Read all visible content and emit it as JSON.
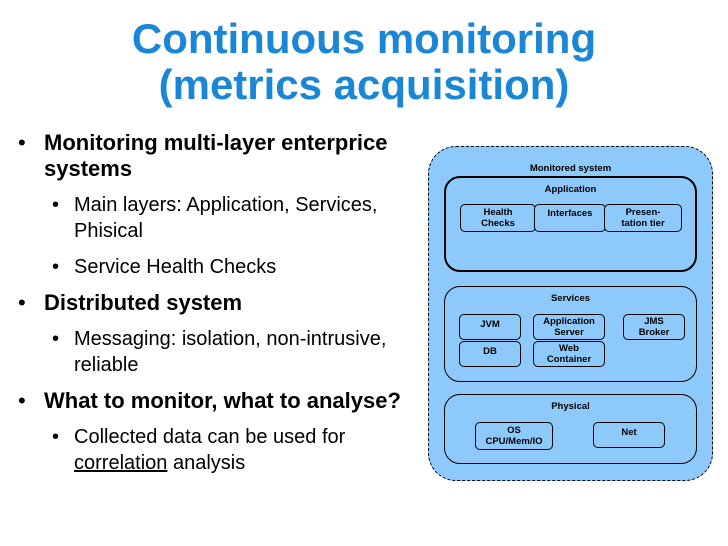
{
  "title": {
    "line1": "Continuous monitoring",
    "line2": "(metrics acquisition)"
  },
  "bullets": {
    "b1": "Monitoring multi-layer enterprice systems",
    "b1_sub1": "Main layers: Application, Services, Phisical",
    "b1_sub2": "Service Health Checks",
    "b2": "Distributed system",
    "b2_sub1": "Messaging: isolation, non-intrusive, reliable",
    "b3": "What to monitor, what to analyse?",
    "b3_sub1_pre": "Collected data can be used for",
    "b3_sub1_link": "correlation",
    "b3_sub1_post": " analysis"
  },
  "diagram": {
    "outer_label": "Monitored system",
    "application": {
      "label": "Application",
      "components": [
        "Health\nChecks",
        "Interfaces",
        "Presen-\ntation tier"
      ]
    },
    "services": {
      "label": "Services",
      "components": [
        "JVM",
        "Application\nServer",
        "JMS\nBroker",
        "DB",
        "Web\nContainer"
      ]
    },
    "physical": {
      "label": "Physical",
      "components": [
        "OS\nCPU/Mem/IO",
        "Net"
      ]
    }
  },
  "colors": {
    "title": "#1a87d6",
    "diagram_fill": "#8ec9fb"
  }
}
